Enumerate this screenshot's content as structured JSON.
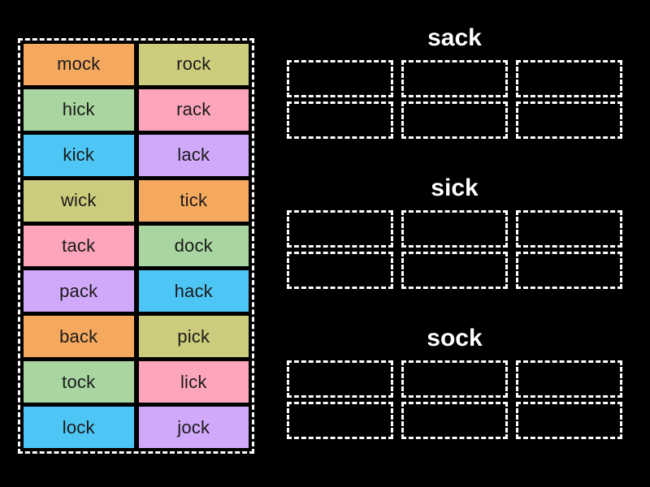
{
  "activity": {
    "type": "word-sort-drag-and-drop",
    "background_color": "#000000"
  },
  "tile_bank": {
    "name": "word-tile-bank",
    "columns": 2,
    "rows": 9,
    "border_color": "#ffffff",
    "tiles": [
      {
        "label": "mock",
        "color": "#f5a95f",
        "color_name": "orange"
      },
      {
        "label": "rock",
        "color": "#cdcc7d",
        "color_name": "khaki"
      },
      {
        "label": "hick",
        "color": "#a8d5a0",
        "color_name": "green"
      },
      {
        "label": "rack",
        "color": "#fda5bb",
        "color_name": "pink"
      },
      {
        "label": "kick",
        "color": "#4ec6f5",
        "color_name": "blue"
      },
      {
        "label": "lack",
        "color": "#d0a9fa",
        "color_name": "lavender"
      },
      {
        "label": "wick",
        "color": "#cdcc7d",
        "color_name": "khaki"
      },
      {
        "label": "tick",
        "color": "#f5a95f",
        "color_name": "orange"
      },
      {
        "label": "tack",
        "color": "#fda5bb",
        "color_name": "pink"
      },
      {
        "label": "dock",
        "color": "#a8d5a0",
        "color_name": "green"
      },
      {
        "label": "pack",
        "color": "#d0a9fa",
        "color_name": "lavender"
      },
      {
        "label": "hack",
        "color": "#4ec6f5",
        "color_name": "blue"
      },
      {
        "label": "back",
        "color": "#f5a95f",
        "color_name": "orange"
      },
      {
        "label": "pick",
        "color": "#cdcc7d",
        "color_name": "khaki"
      },
      {
        "label": "tock",
        "color": "#a8d5a0",
        "color_name": "green"
      },
      {
        "label": "lick",
        "color": "#fda5bb",
        "color_name": "pink"
      },
      {
        "label": "lock",
        "color": "#4ec6f5",
        "color_name": "blue"
      },
      {
        "label": "jock",
        "color": "#d0a9fa",
        "color_name": "lavender"
      }
    ]
  },
  "categories": [
    {
      "title": "sack",
      "slot_count": 6,
      "slot_columns": 3,
      "slot_rows": 2,
      "filled": []
    },
    {
      "title": "sick",
      "slot_count": 6,
      "slot_columns": 3,
      "slot_rows": 2,
      "filled": []
    },
    {
      "title": "sock",
      "slot_count": 6,
      "slot_columns": 3,
      "slot_rows": 2,
      "filled": []
    }
  ]
}
